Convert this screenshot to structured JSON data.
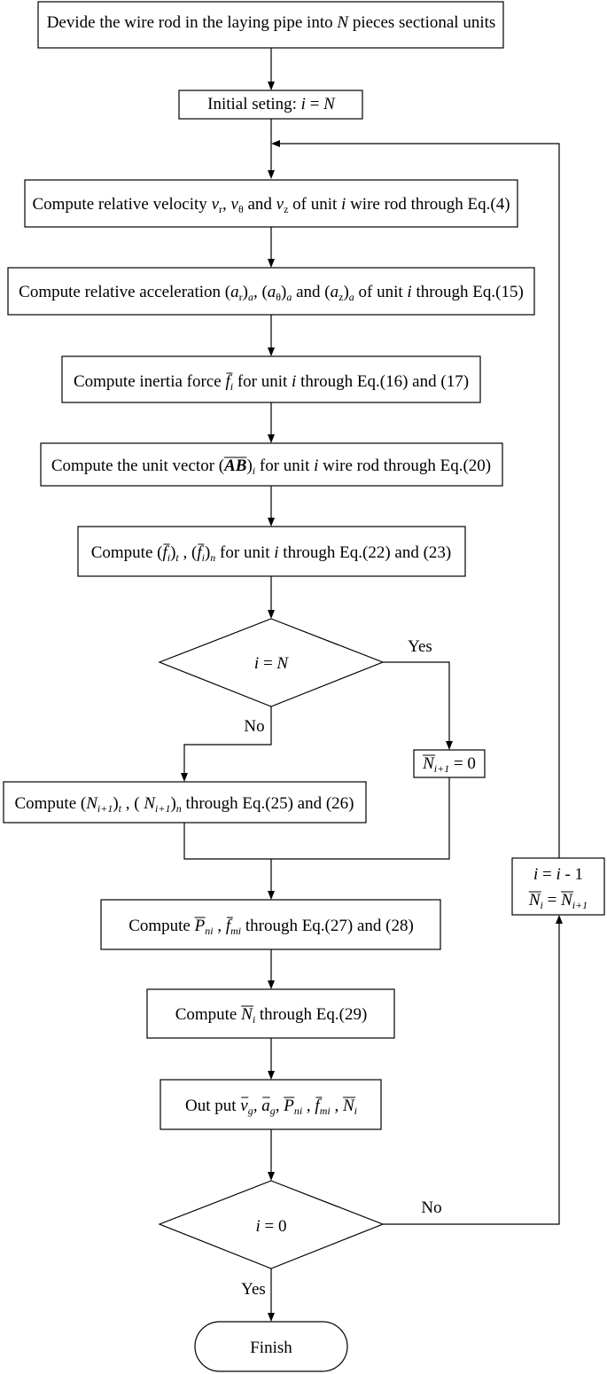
{
  "nodes": {
    "divide": [
      {
        "t": "Devide the wire rod in the laying pipe into "
      },
      {
        "t": "N",
        "s": "it"
      },
      {
        "t": " pieces sectional units"
      }
    ],
    "init": [
      {
        "t": "Initial seting: "
      },
      {
        "t": "i",
        "s": "it"
      },
      {
        "t": " = "
      },
      {
        "t": "N",
        "s": "it"
      }
    ],
    "velocity": [
      {
        "t": "Compute relative velocity "
      },
      {
        "t": "v",
        "s": "it"
      },
      {
        "t": "r",
        "s": "sub"
      },
      {
        "t": ", "
      },
      {
        "t": "v",
        "s": "it"
      },
      {
        "t": "θ",
        "s": "sub"
      },
      {
        "t": " and "
      },
      {
        "t": "v",
        "s": "it"
      },
      {
        "t": "z",
        "s": "sub"
      },
      {
        "t": " of unit "
      },
      {
        "t": "i",
        "s": "it"
      },
      {
        "t": " wire rod through Eq.(4)"
      }
    ],
    "accel": [
      {
        "t": "Compute relative acceleration ("
      },
      {
        "t": "a",
        "s": "it"
      },
      {
        "t": "r",
        "s": "sub"
      },
      {
        "t": ")"
      },
      {
        "t": "a",
        "s": "sub it"
      },
      {
        "t": ", ("
      },
      {
        "t": "a",
        "s": "it"
      },
      {
        "t": "θ",
        "s": "sub"
      },
      {
        "t": ")"
      },
      {
        "t": "a",
        "s": "sub it"
      },
      {
        "t": " and ("
      },
      {
        "t": "a",
        "s": "it"
      },
      {
        "t": "z",
        "s": "sub"
      },
      {
        "t": ")"
      },
      {
        "t": "a",
        "s": "sub it"
      },
      {
        "t": " of unit "
      },
      {
        "t": "i",
        "s": "it"
      },
      {
        "t": " through Eq.(15)"
      }
    ],
    "inertia": [
      {
        "t": "Compute inertia force "
      },
      {
        "t": "f",
        "s": "it ov"
      },
      {
        "t": "i",
        "s": "sub it"
      },
      {
        "t": " for unit "
      },
      {
        "t": "i",
        "s": "it"
      },
      {
        "t": " through Eq.(16) and (17)"
      }
    ],
    "unitvec": [
      {
        "t": "Compute the unit vector ("
      },
      {
        "t": "AB",
        "s": "it ov bold"
      },
      {
        "t": ")"
      },
      {
        "t": "i",
        "s": "sub it"
      },
      {
        "t": " for unit "
      },
      {
        "t": "i",
        "s": "it"
      },
      {
        "t": " wire rod through Eq.(20)"
      }
    ],
    "components": [
      {
        "t": "Compute  ("
      },
      {
        "t": "f",
        "s": "it ov"
      },
      {
        "t": "i",
        "s": "sub it"
      },
      {
        "t": ")"
      },
      {
        "t": "t",
        "s": "sub it"
      },
      {
        "t": " , ("
      },
      {
        "t": "f",
        "s": "it ov"
      },
      {
        "t": "i",
        "s": "sub it"
      },
      {
        "t": ")"
      },
      {
        "t": "n",
        "s": "sub it"
      },
      {
        "t": " for unit "
      },
      {
        "t": "i",
        "s": "it"
      },
      {
        "t": " through Eq.(22) and (23)"
      }
    ],
    "check_n": [
      {
        "t": "i",
        "s": "it"
      },
      {
        "t": " = "
      },
      {
        "t": "N",
        "s": "it"
      }
    ],
    "n_compute": [
      {
        "t": "Compute  ("
      },
      {
        "t": "N",
        "s": "it"
      },
      {
        "t": "i+1",
        "s": "sub it"
      },
      {
        "t": ")"
      },
      {
        "t": "t",
        "s": "sub it"
      },
      {
        "t": " , ( "
      },
      {
        "t": "N",
        "s": "it"
      },
      {
        "t": "i+1",
        "s": "sub it"
      },
      {
        "t": ")"
      },
      {
        "t": "n",
        "s": "sub it"
      },
      {
        "t": "  through Eq.(25) and (26)"
      }
    ],
    "n_zero": [
      {
        "t": "N",
        "s": "it ov"
      },
      {
        "t": "i+1",
        "s": "sub it"
      },
      {
        "t": " = 0"
      }
    ],
    "p_f": [
      {
        "t": "Compute  "
      },
      {
        "t": "P",
        "s": "it ov"
      },
      {
        "t": "ni",
        "s": "sub it"
      },
      {
        "t": " ,  "
      },
      {
        "t": "f",
        "s": "it ov"
      },
      {
        "t": "mi",
        "s": "sub it"
      },
      {
        "t": " through Eq.(27) and (28)"
      }
    ],
    "n_i": [
      {
        "t": "Compute  "
      },
      {
        "t": "N",
        "s": "it ov"
      },
      {
        "t": "i",
        "s": "sub it"
      },
      {
        "t": " through Eq.(29)"
      }
    ],
    "output": [
      {
        "t": "Out put "
      },
      {
        "t": "v",
        "s": "it ov"
      },
      {
        "t": "g",
        "s": "sub it"
      },
      {
        "t": ",  "
      },
      {
        "t": "a",
        "s": "it ov"
      },
      {
        "t": "g",
        "s": "sub it"
      },
      {
        "t": ",  "
      },
      {
        "t": "P",
        "s": "it ov"
      },
      {
        "t": "ni",
        "s": "sub it"
      },
      {
        "t": " ,  "
      },
      {
        "t": "f",
        "s": "it ov"
      },
      {
        "t": "mi",
        "s": "sub it"
      },
      {
        "t": " , "
      },
      {
        "t": "N",
        "s": "it ov"
      },
      {
        "t": "i",
        "s": "sub it"
      }
    ],
    "check_zero": [
      {
        "t": "i",
        "s": "it"
      },
      {
        "t": " = 0"
      }
    ],
    "update_1": [
      {
        "t": "i",
        "s": "it"
      },
      {
        "t": " = "
      },
      {
        "t": "i",
        "s": "it"
      },
      {
        "t": " - 1"
      }
    ],
    "update_2": [
      {
        "t": "N",
        "s": "it ov"
      },
      {
        "t": "i",
        "s": "sub it"
      },
      {
        "t": " = "
      },
      {
        "t": "N",
        "s": "it ov"
      },
      {
        "t": "i+1",
        "s": "sub it"
      }
    ],
    "finish": [
      {
        "t": "Finish"
      }
    ]
  },
  "edge_labels": {
    "check_n_yes": "Yes",
    "check_n_no": "No",
    "check_zero_no": "No",
    "check_zero_yes": "Yes"
  }
}
